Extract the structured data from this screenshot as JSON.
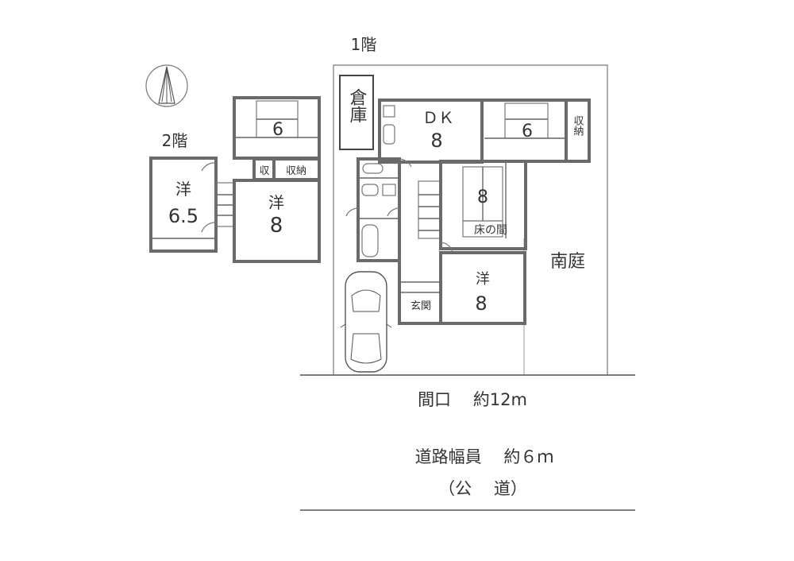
{
  "floors": {
    "first": {
      "label": "1階",
      "rooms": {
        "storage_shed": "倉庫",
        "dk_name": "ＤＫ",
        "dk_size": "8",
        "washitsu6_size": "6",
        "closet": "収納",
        "washitsu8_size": "8",
        "tokonoma": "床の間",
        "yoshitsu8_name": "洋",
        "yoshitsu8_size": "8",
        "entrance": "玄関"
      },
      "garden": "南庭"
    },
    "second": {
      "label": "2階",
      "rooms": {
        "washitsu6_size": "6",
        "closet_small": "収",
        "closet": "収納",
        "yoshitsu65_name": "洋",
        "yoshitsu65_size": "6.5",
        "yoshitsu8_name": "洋",
        "yoshitsu8_size": "8"
      }
    }
  },
  "site": {
    "frontage": "間口　 約12m",
    "road_width": "道路幅員　 約６ｍ",
    "road_type": "（公　 道）"
  }
}
